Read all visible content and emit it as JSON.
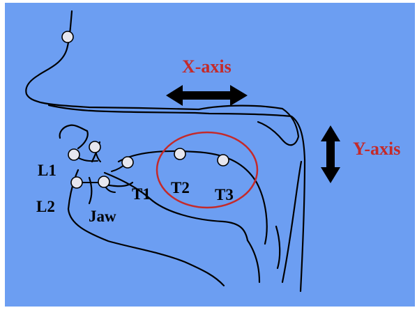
{
  "colors": {
    "background": "#6c9ef2",
    "outline": "#000000",
    "accent": "#c42a2a",
    "marker_fill": "#e6e6ee"
  },
  "axis_labels": {
    "x": "X-axis",
    "y": "Y-axis"
  },
  "markers": {
    "L1": "L1",
    "L2": "L2",
    "jaw": "Jaw",
    "T1": "T1",
    "T2": "T2",
    "T3": "T3"
  }
}
